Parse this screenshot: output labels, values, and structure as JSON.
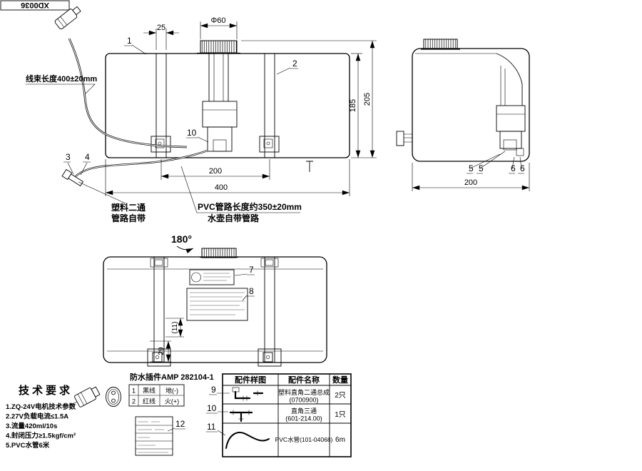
{
  "doc": {
    "code": "XD0036"
  },
  "front": {
    "callout_1": "1",
    "callout_2": "2",
    "callout_3": "3",
    "callout_4": "4",
    "callout_10": "10",
    "dim_top_25": "25",
    "dim_cap": "Φ60",
    "dim_h_inner": "185",
    "dim_h_total": "205",
    "dim_w_straps": "200",
    "dim_w_total": "400",
    "harness_note": "线束长度400±20mm",
    "fitting_note_line1": "塑料二通",
    "fitting_note_line2": "管路自带",
    "pvc_note_line1": "PVC管路长度约350±20mm",
    "pvc_note_line2": "水壶自带管路"
  },
  "side": {
    "dim_depth": "200",
    "callout_5": "5",
    "callout_6": "6"
  },
  "bottom": {
    "rotation_note": "180°",
    "callout_7": "7",
    "callout_8": "8",
    "dim_29": "29",
    "dim_11": "(11)"
  },
  "connector": {
    "title": "防水插件AMP 282104-1",
    "pins": [
      {
        "no": "1",
        "wire": "黑线",
        "role": "地(-)"
      },
      {
        "no": "2",
        "wire": "红线",
        "role": "火(+)"
      }
    ]
  },
  "tech": {
    "title": "技术要求",
    "items": [
      "1.ZQ-24V电机技术参数",
      "2.27V负载电流≤1.5A",
      "3.流量420ml/10s",
      "4.封闭压力≥1.5kgf/cm²",
      "5.PVC水管6米"
    ]
  },
  "callout_12": "12",
  "parts_table": {
    "headers": [
      "配件样图",
      "配件名称",
      "数量"
    ],
    "rows": [
      {
        "callout": "9",
        "name": "塑料直角二通总成",
        "code": "(0700900)",
        "qty": "2只"
      },
      {
        "callout": "10",
        "name": "直角三通",
        "code": "(601-214.00)",
        "qty": "1只"
      },
      {
        "callout": "11",
        "name": "PVC水管(101-04068)",
        "code": "",
        "qty": "6m"
      }
    ]
  }
}
